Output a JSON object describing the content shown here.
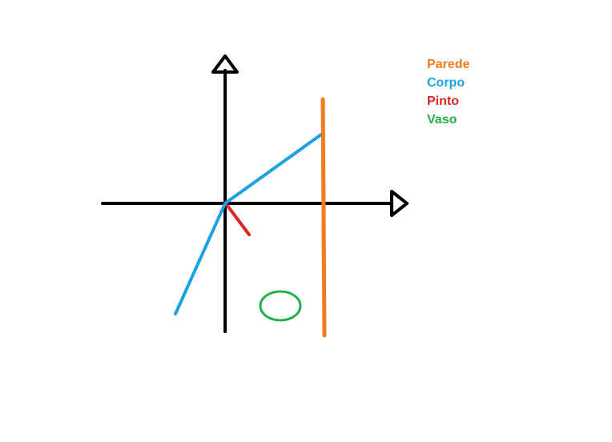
{
  "legend": {
    "items": [
      {
        "label": "Parede",
        "color": "#f47b20"
      },
      {
        "label": "Corpo",
        "color": "#1da1e2"
      },
      {
        "label": "Pinto",
        "color": "#e02424"
      },
      {
        "label": "Vaso",
        "color": "#22b14c"
      }
    ]
  },
  "colors": {
    "axes": "#000000",
    "background": "#ffffff"
  }
}
